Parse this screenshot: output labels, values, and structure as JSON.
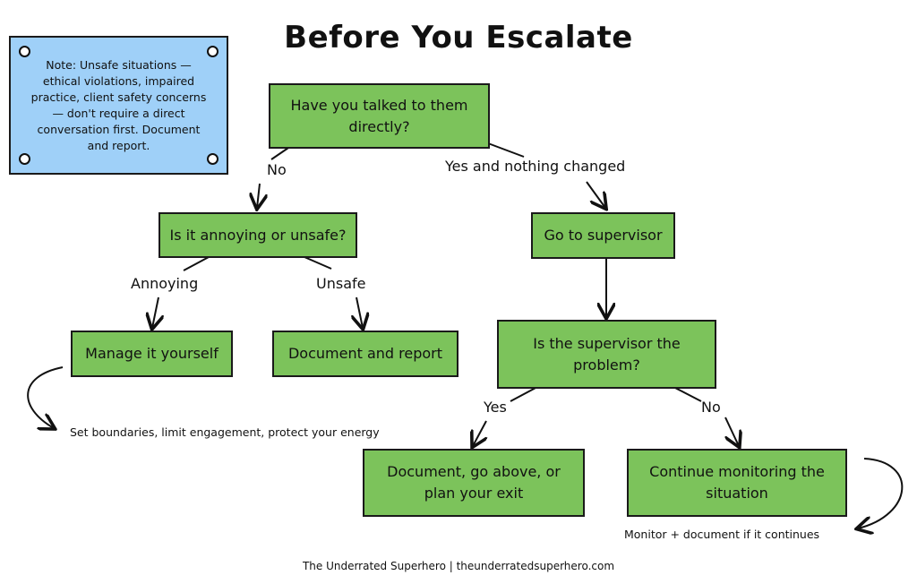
{
  "title": "Before You Escalate",
  "note": "Note: Unsafe situations — ethical violations, impaired practice, client safety concerns — don't require a direct conversation first. Document and report.",
  "nodes": {
    "talked": "Have you talked to them directly?",
    "annoying_or_unsafe": "Is it annoying or unsafe?",
    "go_supervisor": "Go to supervisor",
    "manage": "Manage it yourself",
    "doc_report": "Document and report",
    "supervisor_problem": "Is the supervisor the problem?",
    "doc_above": "Document, go above, or plan your exit",
    "continue_monitor": "Continue monitoring the situation"
  },
  "edge_labels": {
    "no1": "No",
    "yes_nothing": "Yes and nothing changed",
    "annoying": "Annoying",
    "unsafe": "Unsafe",
    "yes2": "Yes",
    "no2": "No"
  },
  "side_notes": {
    "boundaries": "Set boundaries, limit engagement, protect your energy",
    "monitor_doc": "Monitor + document if it continues"
  },
  "footer": "The Underrated Superhero | theunderratedsuperhero.com",
  "colors": {
    "node_fill": "#7cc35b",
    "note_fill": "#9fd0f8",
    "stroke": "#1a1a1a"
  }
}
